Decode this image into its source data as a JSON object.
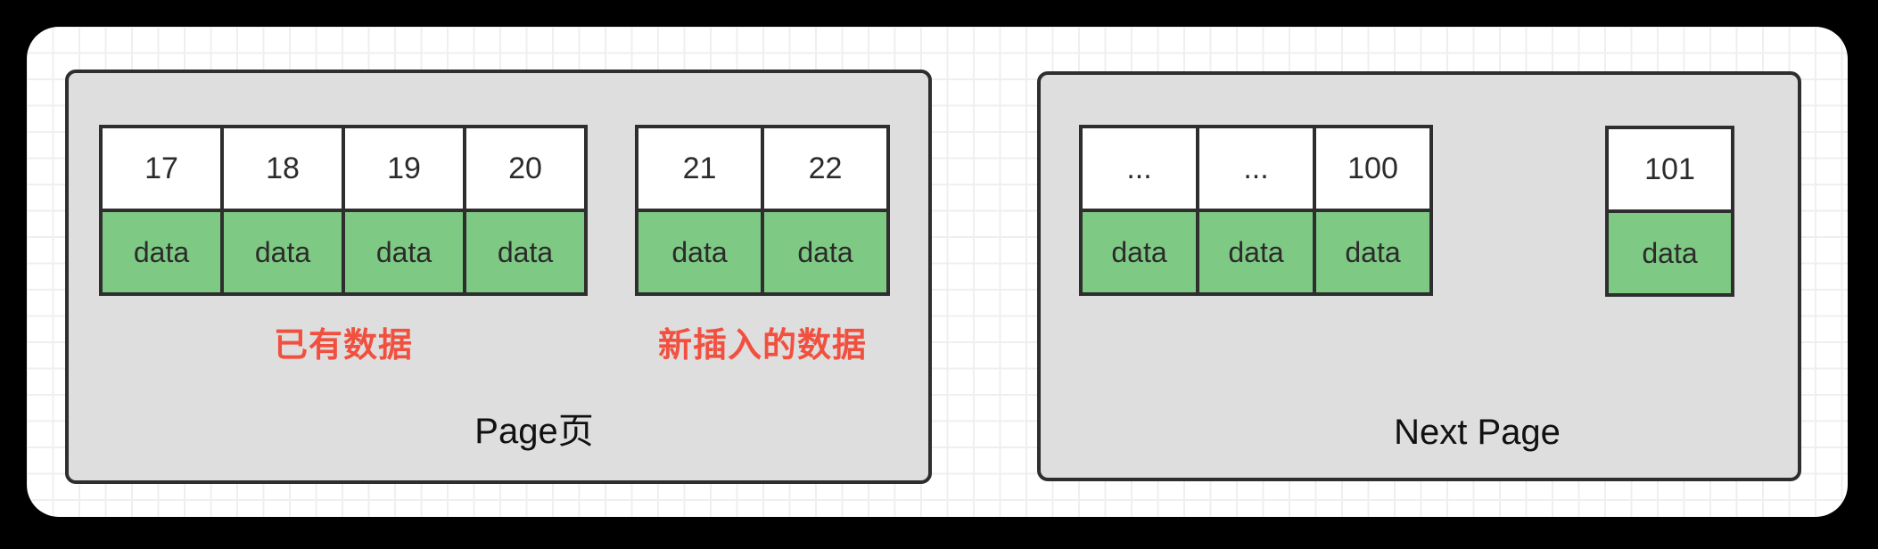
{
  "colors": {
    "background": "#000000",
    "canvas": "#ffffff",
    "grid_line": "#efefef",
    "box_fill": "#dedede",
    "box_border": "#2e2e2e",
    "cell_border": "#2e2e2e",
    "cell_fill": "#ffffff",
    "data_fill": "#7ec983",
    "label_red": "#f2503f",
    "text_dark": "#2b2b2b",
    "title_color": "#111111"
  },
  "pages": [
    {
      "title": "Page页",
      "groups": [
        {
          "label": "已有数据",
          "cells": [
            {
              "key": "17",
              "value": "data"
            },
            {
              "key": "18",
              "value": "data"
            },
            {
              "key": "19",
              "value": "data"
            },
            {
              "key": "20",
              "value": "data"
            }
          ]
        },
        {
          "label": "新插入的数据",
          "cells": [
            {
              "key": "21",
              "value": "data"
            },
            {
              "key": "22",
              "value": "data"
            }
          ]
        }
      ]
    },
    {
      "title": "Next Page",
      "groups": [
        {
          "label": "",
          "cells": [
            {
              "key": "...",
              "value": "data"
            },
            {
              "key": "...",
              "value": "data"
            },
            {
              "key": "100",
              "value": "data"
            }
          ]
        },
        {
          "label": "",
          "cells": [
            {
              "key": "101",
              "value": "data"
            }
          ]
        }
      ]
    }
  ]
}
